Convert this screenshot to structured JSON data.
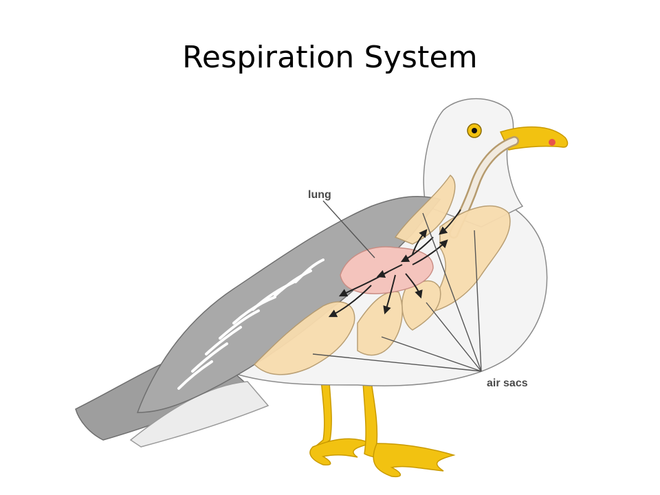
{
  "slide": {
    "title": "Respiration System"
  },
  "diagram": {
    "labels": {
      "lung": "lung",
      "air_sacs": "air sacs"
    },
    "colors": {
      "body_gray": "#a9a9a9",
      "head_white": "#f4f4f4",
      "beak_yellow": "#f2c211",
      "beak_spot": "#e8534a",
      "legs_yellow": "#f2c211",
      "air_sac": "#f8dcae",
      "air_sac_stroke": "#b69b6e",
      "lung_pink": "#f4c4bd",
      "arrow": "#222222",
      "label_line": "#555555"
    }
  }
}
